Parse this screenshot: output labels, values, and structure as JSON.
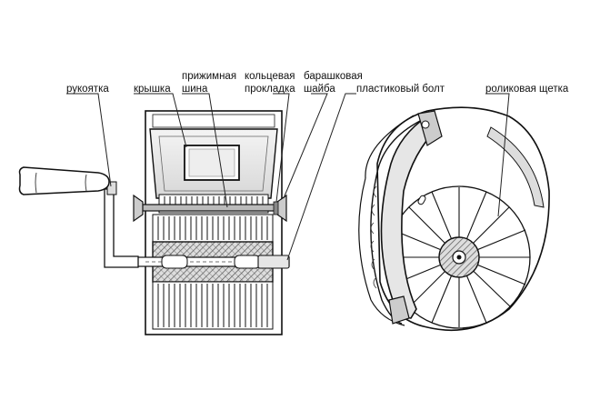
{
  "labels": {
    "handle": "рукоятка",
    "cover": "крышка",
    "clamp_1": "прижимная",
    "clamp_2": "шина",
    "ring_1": "кольцевая",
    "ring_2": "прокладка",
    "wing_1": "барашковая",
    "wing_2": "шайба",
    "bolt": "пластиковый болт",
    "brush": "роликовая щетка"
  }
}
